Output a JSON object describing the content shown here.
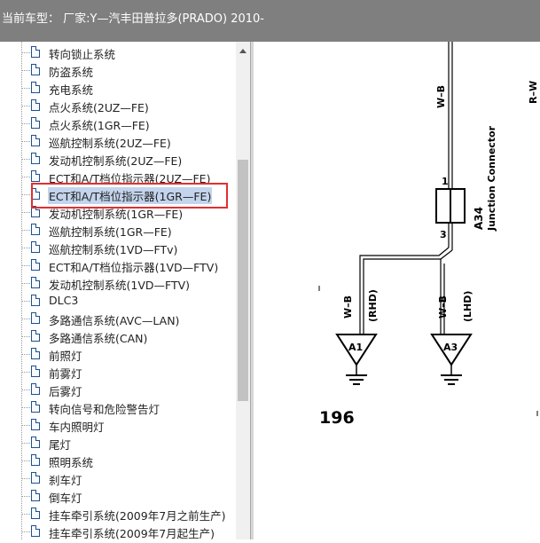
{
  "titlebar": {
    "title": "当前车型：   厂家:Y—汽丰田普拉多(PRADO) 2010-"
  },
  "tree": {
    "items": [
      {
        "label": "转向锁止系统"
      },
      {
        "label": "防盗系统"
      },
      {
        "label": "充电系统"
      },
      {
        "label": "点火系统(2UZ—FE)"
      },
      {
        "label": "点火系统(1GR—FE)"
      },
      {
        "label": "巡航控制系统(2UZ—FE)"
      },
      {
        "label": "发动机控制系统(2UZ—FE)"
      },
      {
        "label": "ECT和A/T档位指示器(2UZ—FE)"
      },
      {
        "label": "ECT和A/T档位指示器(1GR—FE)",
        "selected": true
      },
      {
        "label": "发动机控制系统(1GR—FE)"
      },
      {
        "label": "巡航控制系统(1GR—FE)"
      },
      {
        "label": "巡航控制系统(1VD—FTv)"
      },
      {
        "label": "ECT和A/T档位指示器(1VD—FTV)"
      },
      {
        "label": "发动机控制系统(1VD—FTV)"
      },
      {
        "label": "DLC3"
      },
      {
        "label": "多路通信系统(AVC—LAN)"
      },
      {
        "label": "多路通信系统(CAN)"
      },
      {
        "label": "前照灯"
      },
      {
        "label": "前雾灯"
      },
      {
        "label": "后雾灯"
      },
      {
        "label": "转向信号和危险警告灯"
      },
      {
        "label": "车内照明灯"
      },
      {
        "label": "尾灯"
      },
      {
        "label": "照明系统"
      },
      {
        "label": "刹车灯"
      },
      {
        "label": "倒车灯"
      },
      {
        "label": "挂车牵引系统(2009年7月之前生产)"
      },
      {
        "label": "挂车牵引系统(2009年7月起生产)"
      }
    ]
  },
  "diagram": {
    "wire_top": "W–B",
    "wire_right": "R–W",
    "connector_id": "A34",
    "connector_name": "Junction Connector",
    "pin_1": "1",
    "pin_3": "3",
    "wire_left": "W–B",
    "rhd": "(RHD)",
    "wire_right_branch": "W–B",
    "lhd": "(LHD)",
    "ground_a1": "A1",
    "ground_a3": "A3",
    "page_number": "196"
  },
  "colors": {
    "highlight": "#e03030",
    "selection": "#c3d4ec",
    "titlebar": "#7f7f7f"
  }
}
